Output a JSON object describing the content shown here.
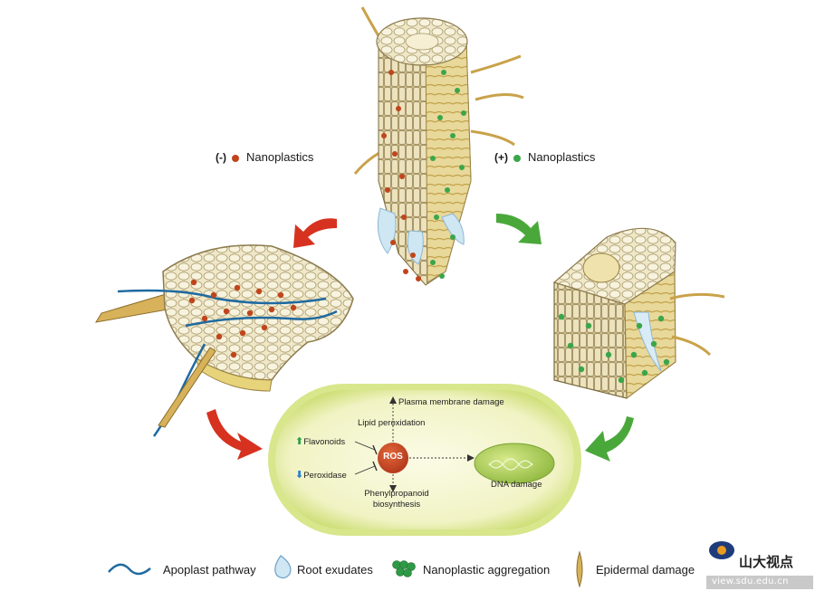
{
  "header": {
    "minus_sign": "(-)",
    "minus_label": "Nanoplastics",
    "plus_sign": "(+)",
    "plus_label": "Nanoplastics"
  },
  "cell": {
    "plasma_membrane": "Plasma membrane damage",
    "lipid_peroxidation": "Lipid peroxidation",
    "flavonoids": "Flavonoids",
    "peroxidase": "Peroxidase",
    "ros": "ROS",
    "phenyl_line1": "Phenylpropanoid",
    "phenyl_line2": "biosynthesis",
    "dna_damage": "DNA damage"
  },
  "legend": {
    "apoplast": "Apoplast pathway",
    "exudates": "Root exudates",
    "aggregation": "Nanoplastic aggregation",
    "epidermal": "Epidermal damage"
  },
  "logo": {
    "name": "山大视点",
    "url": "view.sdu.edu.cn"
  },
  "colors": {
    "minus_particle": "#c0451c",
    "plus_particle": "#3aa64a",
    "red_arrow": "#d6321f",
    "green_arrow": "#4aa83a",
    "ros": "#c2401c",
    "cell_fill": "#f2f3c8",
    "cell_border": "#b9d24a"
  }
}
